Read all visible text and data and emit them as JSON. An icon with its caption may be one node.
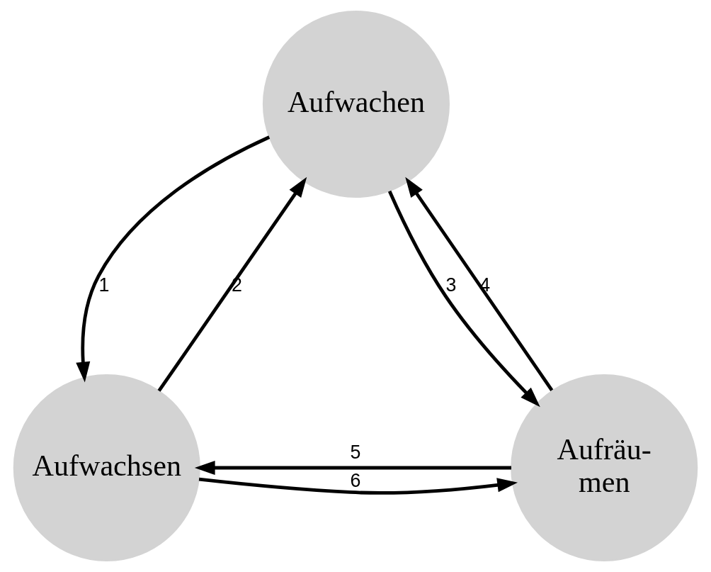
{
  "diagram": {
    "nodes": [
      {
        "text": [
          "Aufwachen"
        ]
      },
      {
        "text": [
          "Aufwachsen"
        ]
      },
      {
        "text": [
          "Aufräu- men"
        ]
      }
    ],
    "edges": [
      {
        "from": 0,
        "to": 1,
        "arrow": "to",
        "label": "1"
      },
      {
        "from": 1,
        "to": 0,
        "arrow": "to",
        "label": "2"
      },
      {
        "from": 0,
        "to": 2,
        "arrow": "to",
        "label": "3"
      },
      {
        "from": 2,
        "to": 0,
        "arrow": "to",
        "label": "4"
      },
      {
        "from": 2,
        "to": 1,
        "arrow": "to",
        "label": "5"
      },
      {
        "from": 1,
        "to": 2,
        "arrow": "to",
        "label": "6"
      }
    ]
  }
}
